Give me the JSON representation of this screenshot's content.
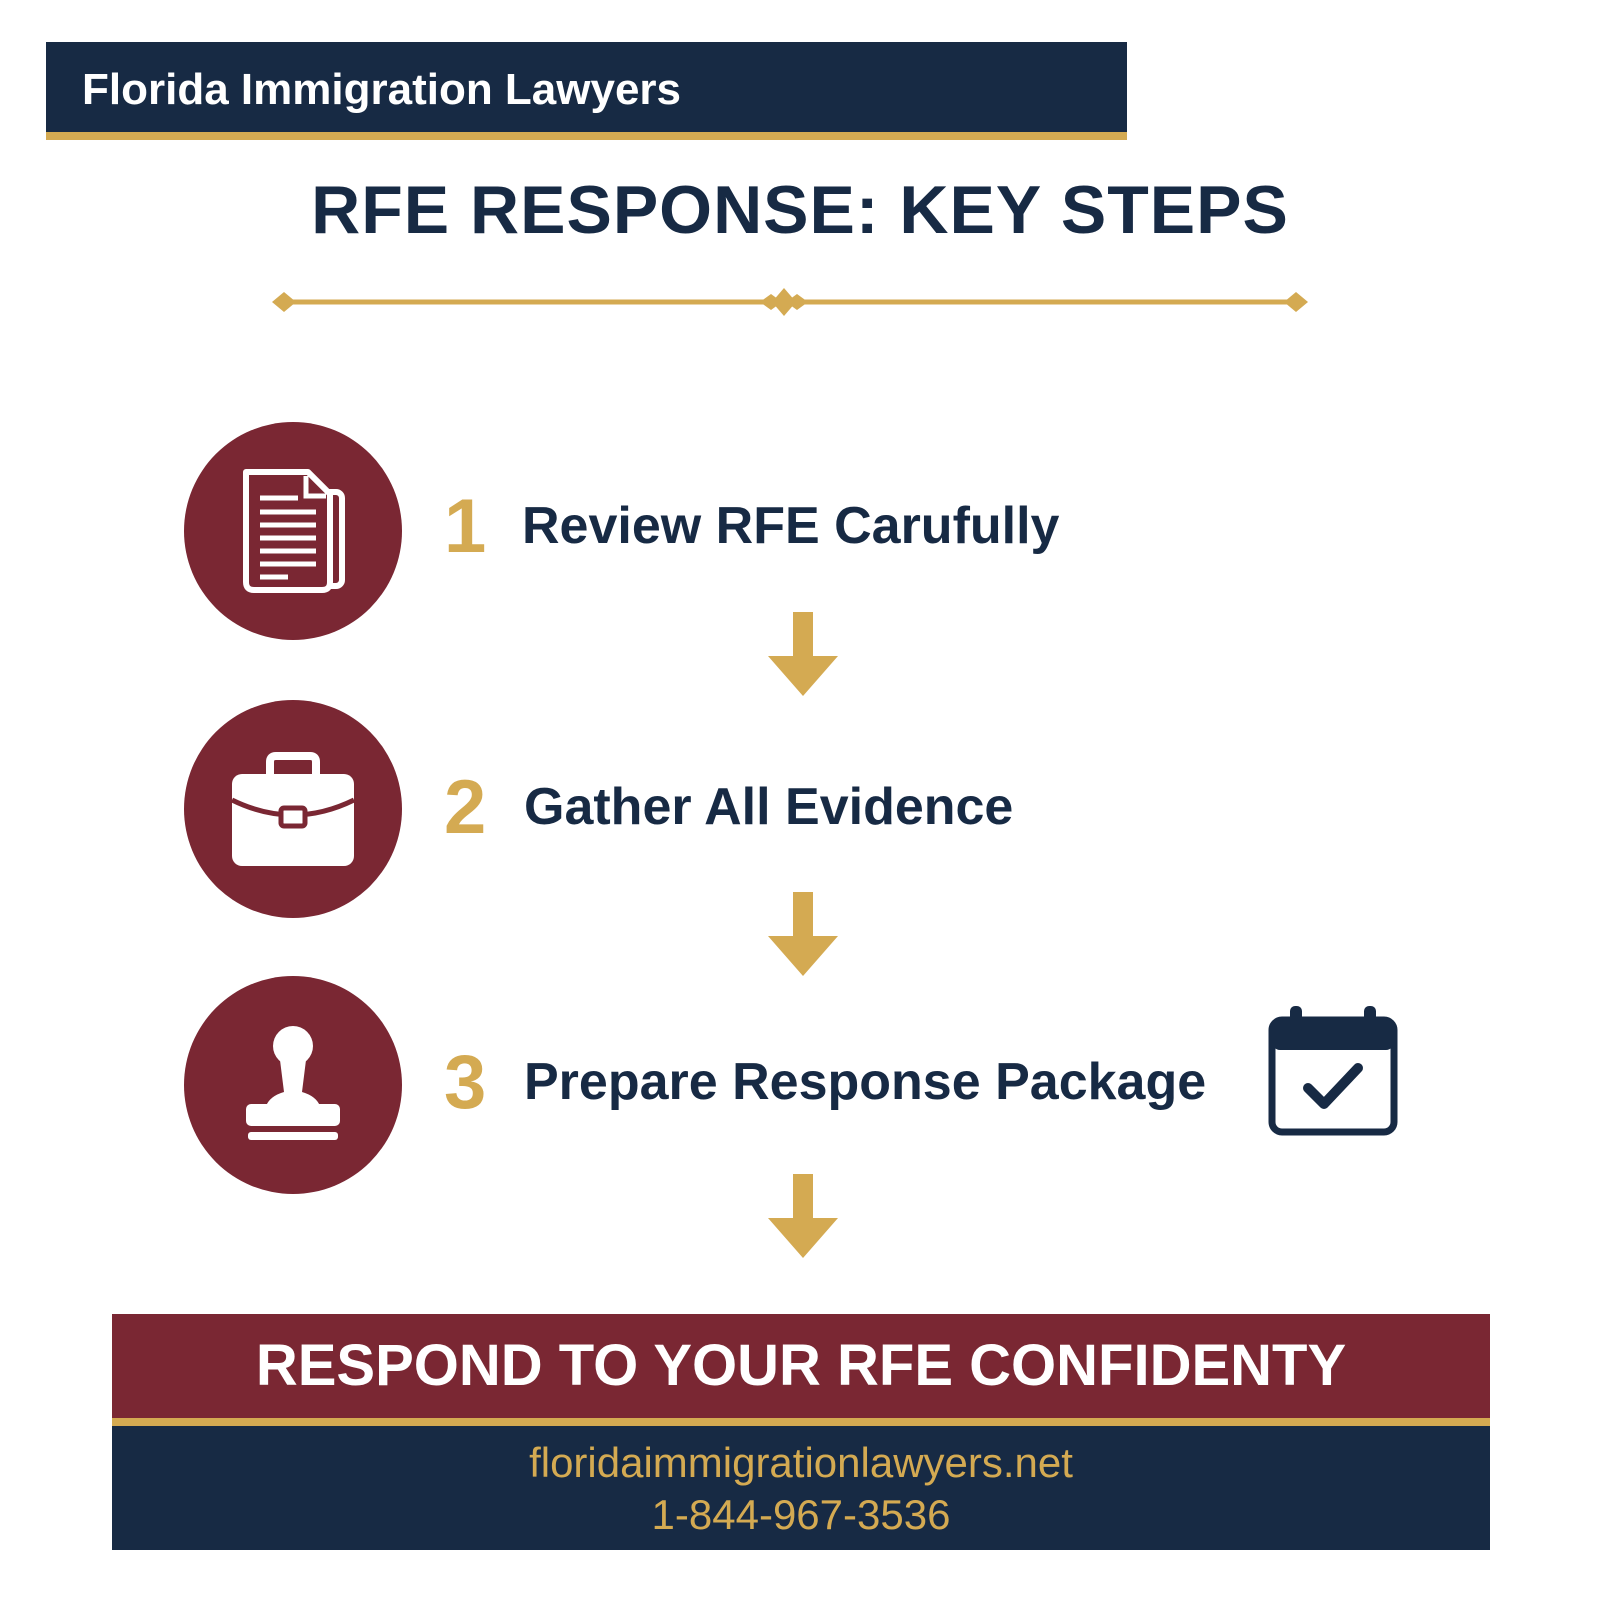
{
  "header": {
    "brand": "Florida Immigration Lawyers"
  },
  "title": "RFE RESPONSE: KEY STEPS",
  "steps": [
    {
      "number": "1",
      "label": "Review RFE Carufully",
      "icon": "document-icon"
    },
    {
      "number": "2",
      "label": "Gather All Evidence",
      "icon": "briefcase-icon"
    },
    {
      "number": "3",
      "label": "Prepare Response Package",
      "icon": "stamp-icon"
    }
  ],
  "side_icon": "calendar-check-icon",
  "cta": {
    "text": "RESPOND TO YOUR RFE CONFIDENTY"
  },
  "footer": {
    "website": "floridaimmigrationlawyers.net",
    "phone": "1-844-967-3536"
  },
  "colors": {
    "navy": "#172a44",
    "maroon": "#7a2733",
    "gold": "#d4aa52",
    "background": "#ffffff"
  }
}
